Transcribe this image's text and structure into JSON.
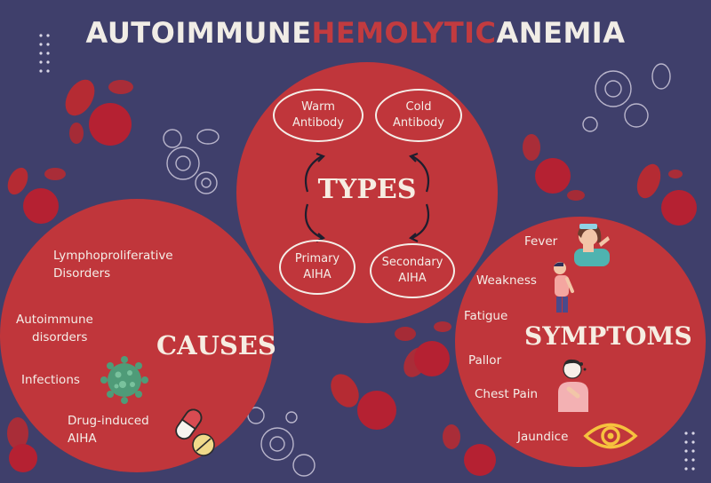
{
  "title": {
    "word1": "AUTOIMMUNE",
    "word2": "HEMOLYTIC",
    "word3": "ANEMIA"
  },
  "types": {
    "heading": "TYPES",
    "items": [
      {
        "line1": "Warm",
        "line2": "Antibody"
      },
      {
        "line1": "Cold",
        "line2": "Antibody"
      },
      {
        "line1": "Primary",
        "line2": "AIHA"
      },
      {
        "line1": "Secondary",
        "line2": "AIHA"
      }
    ]
  },
  "causes": {
    "heading": "CAUSES",
    "items": [
      {
        "line1": "Lymphoproliferative",
        "line2": "Disorders"
      },
      {
        "line1": "Autoimmune",
        "line2": "disorders"
      },
      {
        "line1": "Infections",
        "line2": ""
      },
      {
        "line1": "Drug-induced",
        "line2": "AIHA"
      }
    ]
  },
  "symptoms": {
    "heading": "SYMPTOMS",
    "items": [
      "Fever",
      "Weakness",
      "Fatigue",
      "Pallor",
      "Chest Pain",
      "Jaundice"
    ]
  },
  "colors": {
    "background": "#3f3f6b",
    "circle": "#c0363b",
    "accent_red": "#c23b3f",
    "cream": "#f1ede6"
  },
  "icons": [
    "virus-icon",
    "pill-capsule-icon",
    "tablet-icon",
    "eye-icon",
    "fever-person-icon",
    "weakness-person-icon",
    "chest-pain-person-icon",
    "red-blood-cell-icon"
  ]
}
